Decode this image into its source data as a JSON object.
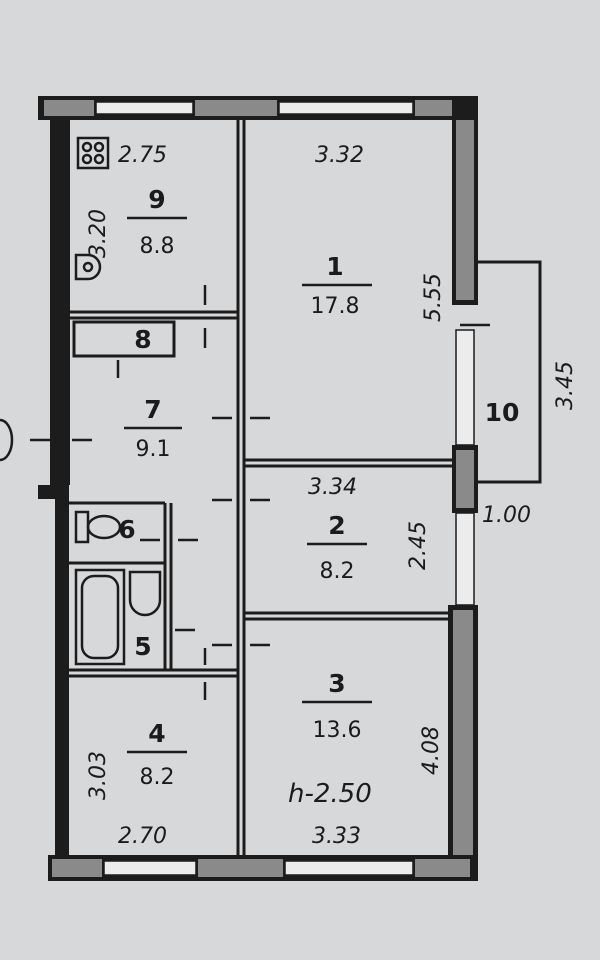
{
  "rooms": [
    {
      "id": "9",
      "area": "8.8"
    },
    {
      "id": "1",
      "area": "17.8"
    },
    {
      "id": "8",
      "area": ""
    },
    {
      "id": "7",
      "area": "9.1"
    },
    {
      "id": "6",
      "area": ""
    },
    {
      "id": "5",
      "area": ""
    },
    {
      "id": "2",
      "area": "8.2"
    },
    {
      "id": "3",
      "area": "13.6"
    },
    {
      "id": "4",
      "area": "8.2"
    },
    {
      "id": "10",
      "area": ""
    }
  ],
  "dimensions": {
    "room9_width": "2.75",
    "room9_length": "3.20",
    "room1_width": "3.32",
    "room1_length": "5.55",
    "balcony_length": "3.45",
    "balcony_width": "1.00",
    "room2_width": "3.34",
    "room2_length": "2.45",
    "room3_length": "4.08",
    "room3_width": "3.33",
    "room4_length": "3.03",
    "room4_width": "2.70"
  },
  "ceiling_height": "h-2.50",
  "colors": {
    "paper": "#d7d8da",
    "ink": "#1c1c1c",
    "wall_fill": "#8a8a8a"
  }
}
